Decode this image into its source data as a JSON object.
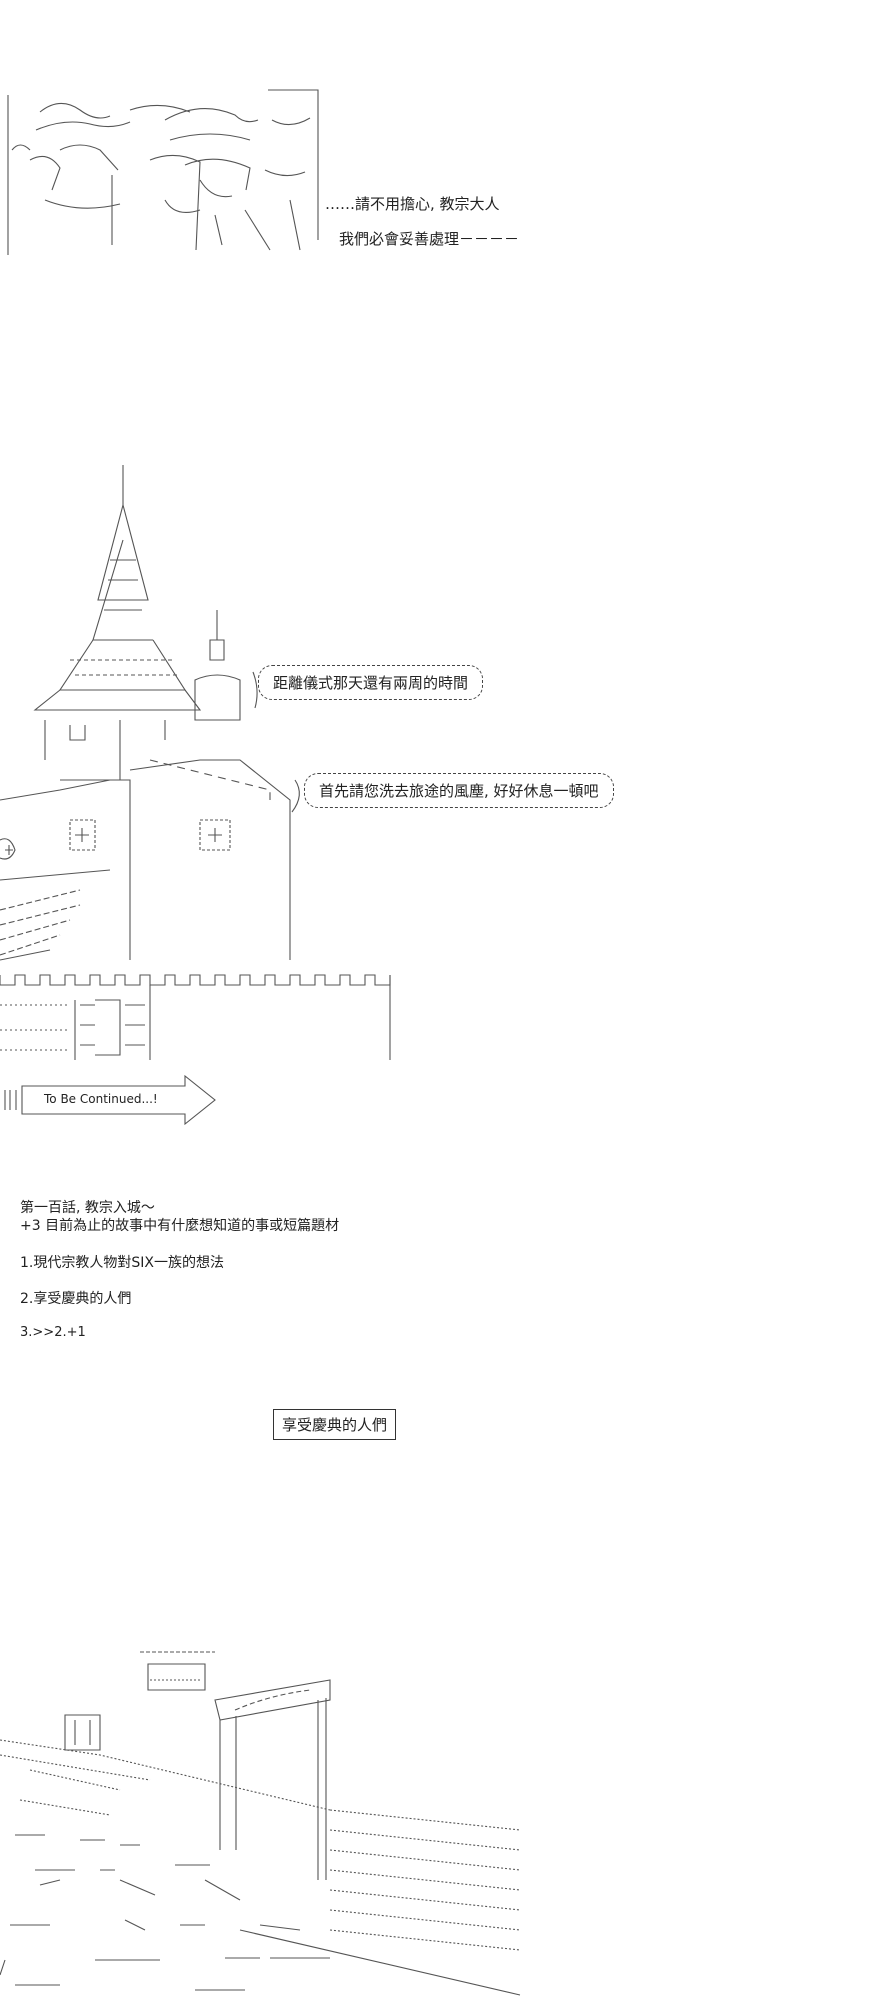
{
  "scene1": {
    "line1": "……請不用擔心, 教宗大人",
    "line2": "我們必會妥善處理－－－－"
  },
  "scene2": {
    "bubble1": "距離儀式那天還有兩周的時間",
    "bubble2": "首先請您洗去旅途的風塵, 好好休息一頓吧",
    "arrow_text": "To Be Continued...!"
  },
  "chapter": {
    "title": "第一百話, 教宗入城～",
    "prompt": "+3 目前為止的故事中有什麼想知道的事或短篇題材",
    "option1": "1.現代宗教人物對SIX一族的想法",
    "option2": "2.享受慶典的人們",
    "option3": "3.>>2.+1",
    "result": "享受慶典的人們"
  }
}
